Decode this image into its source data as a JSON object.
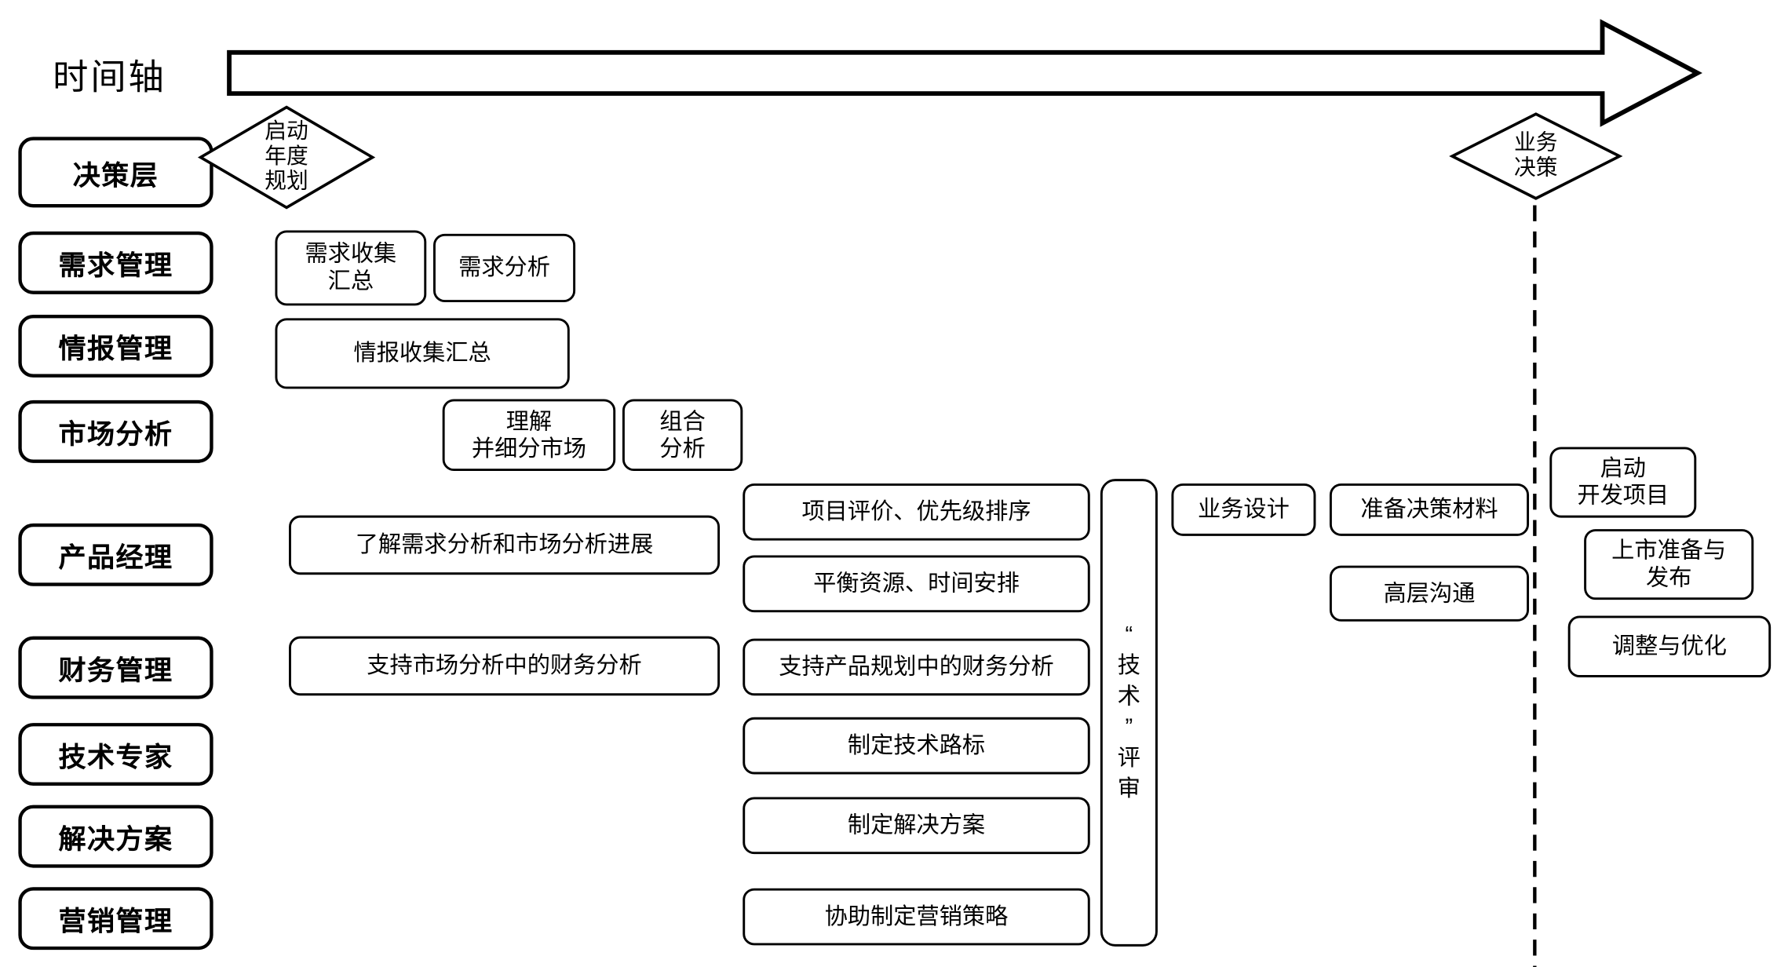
{
  "timeline": {
    "label": "时间轴"
  },
  "lanes": [
    {
      "label": "决策层"
    },
    {
      "label": "需求管理"
    },
    {
      "label": "情报管理"
    },
    {
      "label": "市场分析"
    },
    {
      "label": "产品经理"
    },
    {
      "label": "财务管理"
    },
    {
      "label": "技术专家"
    },
    {
      "label": "解决方案"
    },
    {
      "label": "营销管理"
    }
  ],
  "milestones": [
    {
      "label": "启动\n年度\n规划"
    },
    {
      "label": "业务\n决策"
    }
  ],
  "activities": {
    "requirements": [
      {
        "label": "需求收集\n汇总"
      },
      {
        "label": "需求分析"
      }
    ],
    "intelligence": [
      {
        "label": "情报收集汇总"
      }
    ],
    "market": [
      {
        "label": "理解\n并细分市场"
      },
      {
        "label": "组合\n分析"
      }
    ],
    "product": [
      {
        "label": "了解需求分析和市场分析进展"
      },
      {
        "label": "项目评价、优先级排序"
      },
      {
        "label": "平衡资源、时间安排"
      },
      {
        "label": "业务设计"
      },
      {
        "label": "准备决策材料"
      },
      {
        "label": "高层沟通"
      },
      {
        "label": "启动\n开发项目"
      },
      {
        "label": "上市准备与\n发布"
      },
      {
        "label": "调整与优化"
      }
    ],
    "finance": [
      {
        "label": "支持市场分析中的财务分析"
      },
      {
        "label": "支持产品规划中的财务分析"
      }
    ],
    "tech": [
      {
        "label": "制定技术路标"
      }
    ],
    "solution": [
      {
        "label": "制定解决方案"
      }
    ],
    "marketing": [
      {
        "label": "协助制定营销策略"
      }
    ],
    "review": {
      "label": "“\n技\n术\n”\n评\n审"
    }
  },
  "colors": {
    "line": "#000000",
    "background": "#ffffff",
    "box_fill": "#ffffff"
  }
}
